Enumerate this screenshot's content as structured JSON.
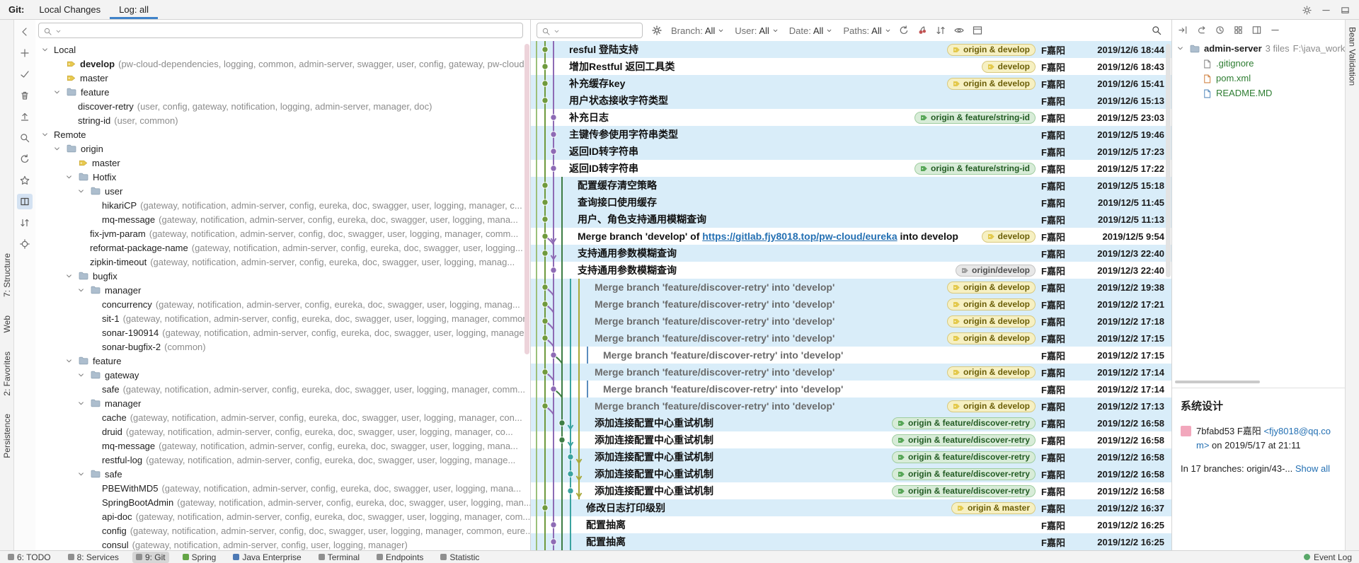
{
  "colors": {
    "accent": "#4083C9",
    "selection": "#D9EDF9",
    "link": "#2470B3",
    "added_file": "#2E7D32",
    "tag_yellow": "#F6F0C2",
    "tag_green": "#D8ECD8",
    "tag_gray": "#E7E7E7"
  },
  "header": {
    "git_label": "Git:",
    "tabs": [
      {
        "label": "Local Changes",
        "active": false
      },
      {
        "label": "Log: all",
        "active": true
      }
    ],
    "icons": [
      {
        "name": "gear-icon",
        "glyph": "gear"
      },
      {
        "name": "minimize-icon",
        "glyph": "minus"
      },
      {
        "name": "hide-icon",
        "glyph": "hide"
      }
    ]
  },
  "left_stripe": {
    "labels": [
      "7: Structure",
      "Web",
      "2: Favorites",
      "Persistence"
    ]
  },
  "right_stripe": {
    "labels": [
      "Bean Validation"
    ]
  },
  "branches_toolbar": {
    "icons": [
      {
        "name": "back-icon",
        "glyph": "back"
      },
      {
        "name": "add-icon",
        "glyph": "add"
      },
      {
        "name": "check-icon",
        "glyph": "check"
      },
      {
        "name": "delete-icon",
        "glyph": "trash"
      },
      {
        "name": "export-icon",
        "glyph": "export"
      },
      {
        "name": "search-icon",
        "glyph": "search"
      },
      {
        "name": "refresh-icon",
        "glyph": "refresh"
      },
      {
        "name": "favorites-icon",
        "glyph": "star"
      },
      {
        "name": "preview-icon",
        "glyph": "preview",
        "selected": true
      },
      {
        "name": "sort-icon",
        "glyph": "sort"
      },
      {
        "name": "locate-icon",
        "glyph": "locate"
      }
    ]
  },
  "branches": {
    "search_placeholder": "",
    "items": [
      {
        "level": 0,
        "type": "group",
        "name": "Local"
      },
      {
        "level": 1,
        "type": "branch",
        "name": "develop",
        "bold": true,
        "detail": "(pw-cloud-dependencies, logging, common, admin-server, swagger, user, config, gateway, pw-cloud-..."
      },
      {
        "level": 1,
        "type": "branch",
        "name": "master"
      },
      {
        "level": 1,
        "type": "folder",
        "name": "feature"
      },
      {
        "level": 2,
        "type": "leaf",
        "name": "discover-retry",
        "detail": "(user, config, gateway, notification, logging, admin-server, manager, doc)"
      },
      {
        "level": 2,
        "type": "leaf",
        "name": "string-id",
        "detail": "(user, common)"
      },
      {
        "level": 0,
        "type": "group",
        "name": "Remote"
      },
      {
        "level": 1,
        "type": "folder",
        "name": "origin"
      },
      {
        "level": 2,
        "type": "branch",
        "name": "master"
      },
      {
        "level": 2,
        "type": "folder",
        "name": "Hotfix"
      },
      {
        "level": 3,
        "type": "folder",
        "name": "user"
      },
      {
        "level": 4,
        "type": "leaf",
        "name": "hikariCP",
        "detail": "(gateway, notification, admin-server, config, eureka, doc, swagger, user, logging, manager, c..."
      },
      {
        "level": 4,
        "type": "leaf",
        "name": "mq-message",
        "detail": "(gateway, notification, admin-server, config, eureka, doc, swagger, user, logging, mana..."
      },
      {
        "level": 3,
        "type": "leaf",
        "name": "fix-jvm-param",
        "detail": "(gateway, notification, admin-server, config, doc, swagger, user, logging, manager, comm..."
      },
      {
        "level": 3,
        "type": "leaf",
        "name": "reformat-package-name",
        "detail": "(gateway, notification, admin-server, config, eureka, doc, swagger, user, logging..."
      },
      {
        "level": 3,
        "type": "leaf",
        "name": "zipkin-timeout",
        "detail": "(gateway, notification, admin-server, config, eureka, doc, swagger, user, logging, manag..."
      },
      {
        "level": 2,
        "type": "folder",
        "name": "bugfix"
      },
      {
        "level": 3,
        "type": "folder",
        "name": "manager"
      },
      {
        "level": 4,
        "type": "leaf",
        "name": "concurrency",
        "detail": "(gateway, notification, admin-server, config, eureka, doc, swagger, user, logging, manag..."
      },
      {
        "level": 4,
        "type": "leaf",
        "name": "sit-1",
        "detail": "(gateway, notification, admin-server, config, eureka, doc, swagger, user, logging, manager, common..."
      },
      {
        "level": 4,
        "type": "leaf",
        "name": "sonar-190914",
        "detail": "(gateway, notification, admin-server, config, eureka, doc, swagger, user, logging, manager..."
      },
      {
        "level": 4,
        "type": "leaf",
        "name": "sonar-bugfix-2",
        "detail": "(common)"
      },
      {
        "level": 2,
        "type": "folder",
        "name": "feature"
      },
      {
        "level": 3,
        "type": "folder",
        "name": "gateway"
      },
      {
        "level": 4,
        "type": "leaf",
        "name": "safe",
        "detail": "(gateway, notification, admin-server, config, eureka, doc, swagger, user, logging, manager, comm..."
      },
      {
        "level": 3,
        "type": "folder",
        "name": "manager"
      },
      {
        "level": 4,
        "type": "leaf",
        "name": "cache",
        "detail": "(gateway, notification, admin-server, config, eureka, doc, swagger, user, logging, manager, con..."
      },
      {
        "level": 4,
        "type": "leaf",
        "name": "druid",
        "detail": "(gateway, notification, admin-server, config, eureka, doc, swagger, user, logging, manager, co..."
      },
      {
        "level": 4,
        "type": "leaf",
        "name": "mq-message",
        "detail": "(gateway, notification, admin-server, config, eureka, doc, swagger, user, logging, mana..."
      },
      {
        "level": 4,
        "type": "leaf",
        "name": "restful-log",
        "detail": "(gateway, notification, admin-server, config, eureka, doc, swagger, user, logging, manage..."
      },
      {
        "level": 3,
        "type": "folder",
        "name": "safe"
      },
      {
        "level": 4,
        "type": "leaf",
        "name": "PBEWithMD5",
        "detail": "(gateway, notification, admin-server, config, eureka, doc, swagger, user, logging, mana..."
      },
      {
        "level": 4,
        "type": "leaf",
        "name": "SpringBootAdmin",
        "detail": "(gateway, notification, admin-server, config, eureka, doc, swagger, user, logging, man..."
      },
      {
        "level": 4,
        "type": "leaf",
        "name": "api-doc",
        "detail": "(gateway, notification, admin-server, config, eureka, doc, swagger, user, logging, manager, com..."
      },
      {
        "level": 4,
        "type": "leaf",
        "name": "config",
        "detail": "(gateway, notification, admin-server, config, doc, swagger, user, logging, manager, common, eure..."
      },
      {
        "level": 4,
        "type": "leaf",
        "name": "consul",
        "detail": "(gateway, notification, admin-server, config, user, logging, manager)"
      }
    ]
  },
  "log_toolbar": {
    "search_placeholder": "",
    "filters": [
      {
        "label": "Branch:",
        "value": "All"
      },
      {
        "label": "User:",
        "value": "All"
      },
      {
        "label": "Date:",
        "value": "All"
      },
      {
        "label": "Paths:",
        "value": "All"
      }
    ],
    "icons_left": [
      {
        "name": "refresh-icon",
        "glyph": "refresh"
      },
      {
        "name": "cherry-pick-icon",
        "glyph": "cherry"
      },
      {
        "name": "sort-icon",
        "glyph": "sort"
      },
      {
        "name": "preview-diff-icon",
        "glyph": "eye"
      },
      {
        "name": "details-pane-icon",
        "glyph": "pane"
      }
    ],
    "icon_right": {
      "name": "go-to-hash-icon",
      "glyph": "search"
    }
  },
  "details_toolbar": {
    "icons": [
      {
        "name": "jump-to-source-icon",
        "glyph": "arrowinto"
      },
      {
        "name": "rollback-icon",
        "glyph": "undo"
      },
      {
        "name": "history-icon",
        "glyph": "clock"
      },
      {
        "name": "group-by-icon",
        "glyph": "grid"
      },
      {
        "name": "layout-icon",
        "glyph": "columns"
      },
      {
        "name": "hide-panel-icon",
        "glyph": "minus"
      }
    ]
  },
  "log": {
    "author": "F嘉阳"
  },
  "commits": [
    {
      "msg": "resful 登陆支持",
      "tags": [
        {
          "text": "origin & develop",
          "color": "yellow"
        }
      ],
      "date": "2019/12/6 18:44",
      "sel": true,
      "lanes": 3,
      "dot": 1
    },
    {
      "msg": "增加Restful 返回工具类",
      "tags": [
        {
          "text": "develop",
          "color": "yellow"
        }
      ],
      "date": "2019/12/6 18:43",
      "sel": false,
      "lanes": 3,
      "dot": 1
    },
    {
      "msg": "补充缓存key",
      "tags": [
        {
          "text": "origin & develop",
          "color": "yellow"
        }
      ],
      "date": "2019/12/6 15:41",
      "sel": true,
      "lanes": 3,
      "dot": 1
    },
    {
      "msg": "用户状态接收字符类型",
      "tags": [],
      "date": "2019/12/6 15:13",
      "sel": true,
      "lanes": 3,
      "dot": 1
    },
    {
      "msg": "补充日志",
      "tags": [
        {
          "text": "origin & feature/string-id",
          "color": "green"
        }
      ],
      "date": "2019/12/5 23:03",
      "sel": false,
      "lanes": 3,
      "dot": 2
    },
    {
      "msg": "主键传参使用字符串类型",
      "tags": [],
      "date": "2019/12/5 19:46",
      "sel": true,
      "lanes": 3,
      "dot": 2
    },
    {
      "msg": "返回ID转字符串",
      "tags": [],
      "date": "2019/12/5 17:23",
      "sel": true,
      "lanes": 3,
      "dot": 2
    },
    {
      "msg": "返回ID转字符串",
      "tags": [
        {
          "text": "origin & feature/string-id",
          "color": "green"
        }
      ],
      "date": "2019/12/5 17:22",
      "sel": false,
      "lanes": 3,
      "dot": 2
    },
    {
      "msg": "配置缓存清空策略",
      "tags": [],
      "date": "2019/12/5 15:18",
      "sel": true,
      "lanes": 4,
      "dot": 1
    },
    {
      "msg": "查询接口使用缓存",
      "tags": [],
      "date": "2019/12/5 11:45",
      "sel": true,
      "lanes": 4,
      "dot": 1
    },
    {
      "msg": "用户、角色支持通用模糊查询",
      "tags": [],
      "date": "2019/12/5 11:13",
      "sel": true,
      "lanes": 4,
      "dot": 1
    },
    {
      "msg_pre": "Merge branch 'develop' of ",
      "url": "https://gitlab.fjy8018.top/pw-cloud/eureka",
      "msg_post": " into develop",
      "tags": [
        {
          "text": "develop",
          "color": "yellow"
        }
      ],
      "date": "2019/12/5 9:54",
      "sel": false,
      "lanes": 4,
      "dot": 1,
      "merge": true,
      "arrow": true
    },
    {
      "msg": "支持通用参数模糊查询",
      "tags": [],
      "date": "2019/12/3 22:40",
      "sel": true,
      "lanes": 4,
      "dot": 1,
      "arrow": true
    },
    {
      "msg": "支持通用参数模糊查询",
      "tags": [
        {
          "text": "origin/develop",
          "color": "gray"
        }
      ],
      "date": "2019/12/3 22:40",
      "sel": false,
      "lanes": 4,
      "dot": 2
    },
    {
      "msg": "Merge branch 'feature/discover-retry' into 'develop'",
      "gray": true,
      "tags": [
        {
          "text": "origin & develop",
          "color": "yellow"
        }
      ],
      "date": "2019/12/2 19:38",
      "sel": true,
      "lanes": 6,
      "dot": 1,
      "merge": true
    },
    {
      "msg": "Merge branch 'feature/discover-retry' into 'develop'",
      "gray": true,
      "tags": [
        {
          "text": "origin & develop",
          "color": "yellow"
        }
      ],
      "date": "2019/12/2 17:21",
      "sel": true,
      "lanes": 6,
      "dot": 1,
      "merge": true
    },
    {
      "msg": "Merge branch 'feature/discover-retry' into 'develop'",
      "gray": true,
      "tags": [
        {
          "text": "origin & develop",
          "color": "yellow"
        }
      ],
      "date": "2019/12/2 17:18",
      "sel": true,
      "lanes": 6,
      "dot": 1,
      "merge": true
    },
    {
      "msg": "Merge branch 'feature/discover-retry' into 'develop'",
      "gray": true,
      "tags": [
        {
          "text": "origin & develop",
          "color": "yellow"
        }
      ],
      "date": "2019/12/2 17:15",
      "sel": true,
      "lanes": 6,
      "dot": 1,
      "merge": true
    },
    {
      "msg": "Merge branch 'feature/discover-retry' into 'develop'",
      "gray": true,
      "tags": [],
      "date": "2019/12/2 17:15",
      "sel": false,
      "lanes": 7,
      "dot": 2,
      "merge": true
    },
    {
      "msg": "Merge branch 'feature/discover-retry' into 'develop'",
      "gray": true,
      "tags": [
        {
          "text": "origin & develop",
          "color": "yellow"
        }
      ],
      "date": "2019/12/2 17:14",
      "sel": true,
      "lanes": 6,
      "dot": 1,
      "merge": true
    },
    {
      "msg": "Merge branch 'feature/discover-retry' into 'develop'",
      "gray": true,
      "tags": [],
      "date": "2019/12/2 17:14",
      "sel": false,
      "lanes": 7,
      "dot": 2,
      "merge": true
    },
    {
      "msg": "Merge branch 'feature/discover-retry' into 'develop'",
      "gray": true,
      "tags": [
        {
          "text": "origin & develop",
          "color": "yellow"
        }
      ],
      "date": "2019/12/2 17:13",
      "sel": true,
      "lanes": 6,
      "dot": 1,
      "merge": true
    },
    {
      "msg": "添加连接配置中心重试机制",
      "tags": [
        {
          "text": "origin & feature/discover-retry",
          "color": "green"
        }
      ],
      "date": "2019/12/2 16:58",
      "sel": true,
      "lanes": 6,
      "dot": 3,
      "arrow": true
    },
    {
      "msg": "添加连接配置中心重试机制",
      "tags": [
        {
          "text": "origin & feature/discover-retry",
          "color": "green"
        }
      ],
      "date": "2019/12/2 16:58",
      "sel": false,
      "lanes": 6,
      "dot": 3,
      "arrow": true
    },
    {
      "msg": "添加连接配置中心重试机制",
      "tags": [
        {
          "text": "origin & feature/discover-retry",
          "color": "green"
        }
      ],
      "date": "2019/12/2 16:58",
      "sel": true,
      "lanes": 6,
      "dot": 4,
      "arrow": true
    },
    {
      "msg": "添加连接配置中心重试机制",
      "tags": [
        {
          "text": "origin & feature/discover-retry",
          "color": "green"
        }
      ],
      "date": "2019/12/2 16:58",
      "sel": true,
      "lanes": 6,
      "dot": 4,
      "arrow": true
    },
    {
      "msg": "添加连接配置中心重试机制",
      "tags": [
        {
          "text": "origin & feature/discover-retry",
          "color": "green"
        }
      ],
      "date": "2019/12/2 16:58",
      "sel": false,
      "lanes": 6,
      "dot": 4,
      "arrow": true
    },
    {
      "msg": "修改日志打印级别",
      "tags": [
        {
          "text": "origin & master",
          "color": "yellow"
        }
      ],
      "date": "2019/12/2 16:37",
      "sel": true,
      "lanes": 5,
      "dot": 1
    },
    {
      "msg": "配置抽离",
      "tags": [],
      "date": "2019/12/2 16:25",
      "sel": false,
      "lanes": 5,
      "dot": 2
    },
    {
      "msg": "配置抽离",
      "tags": [],
      "date": "2019/12/2 16:25",
      "sel": true,
      "lanes": 5,
      "dot": 2
    }
  ],
  "details": {
    "root": {
      "name": "admin-server",
      "meta": "3 files",
      "path": "F:\\java_worksp..."
    },
    "files": [
      {
        "name": ".gitignore",
        "icon": "gitignore-file"
      },
      {
        "name": "pom.xml",
        "icon": "xml-file"
      },
      {
        "name": "README.MD",
        "icon": "md-file"
      }
    ],
    "commit": {
      "title": "系统设计",
      "hash": "7bfabd53",
      "author": "F嘉阳",
      "email": "<fjy8018@qq.com>",
      "date_line": "on 2019/5/17 at 21:11",
      "branches_text": "In 17 branches: origin/43-...",
      "show_all": "Show all"
    }
  },
  "status_bar": {
    "items": [
      {
        "label": "6: TODO"
      },
      {
        "label": "8: Services"
      },
      {
        "label": "9: Git",
        "active": true
      },
      {
        "label": "Spring",
        "color": "#64A546"
      },
      {
        "label": "Java Enterprise",
        "color": "#4E7AB5"
      },
      {
        "label": "Terminal"
      },
      {
        "label": "Endpoints"
      },
      {
        "label": "Statistic"
      }
    ],
    "right": {
      "label": "Event Log"
    }
  }
}
